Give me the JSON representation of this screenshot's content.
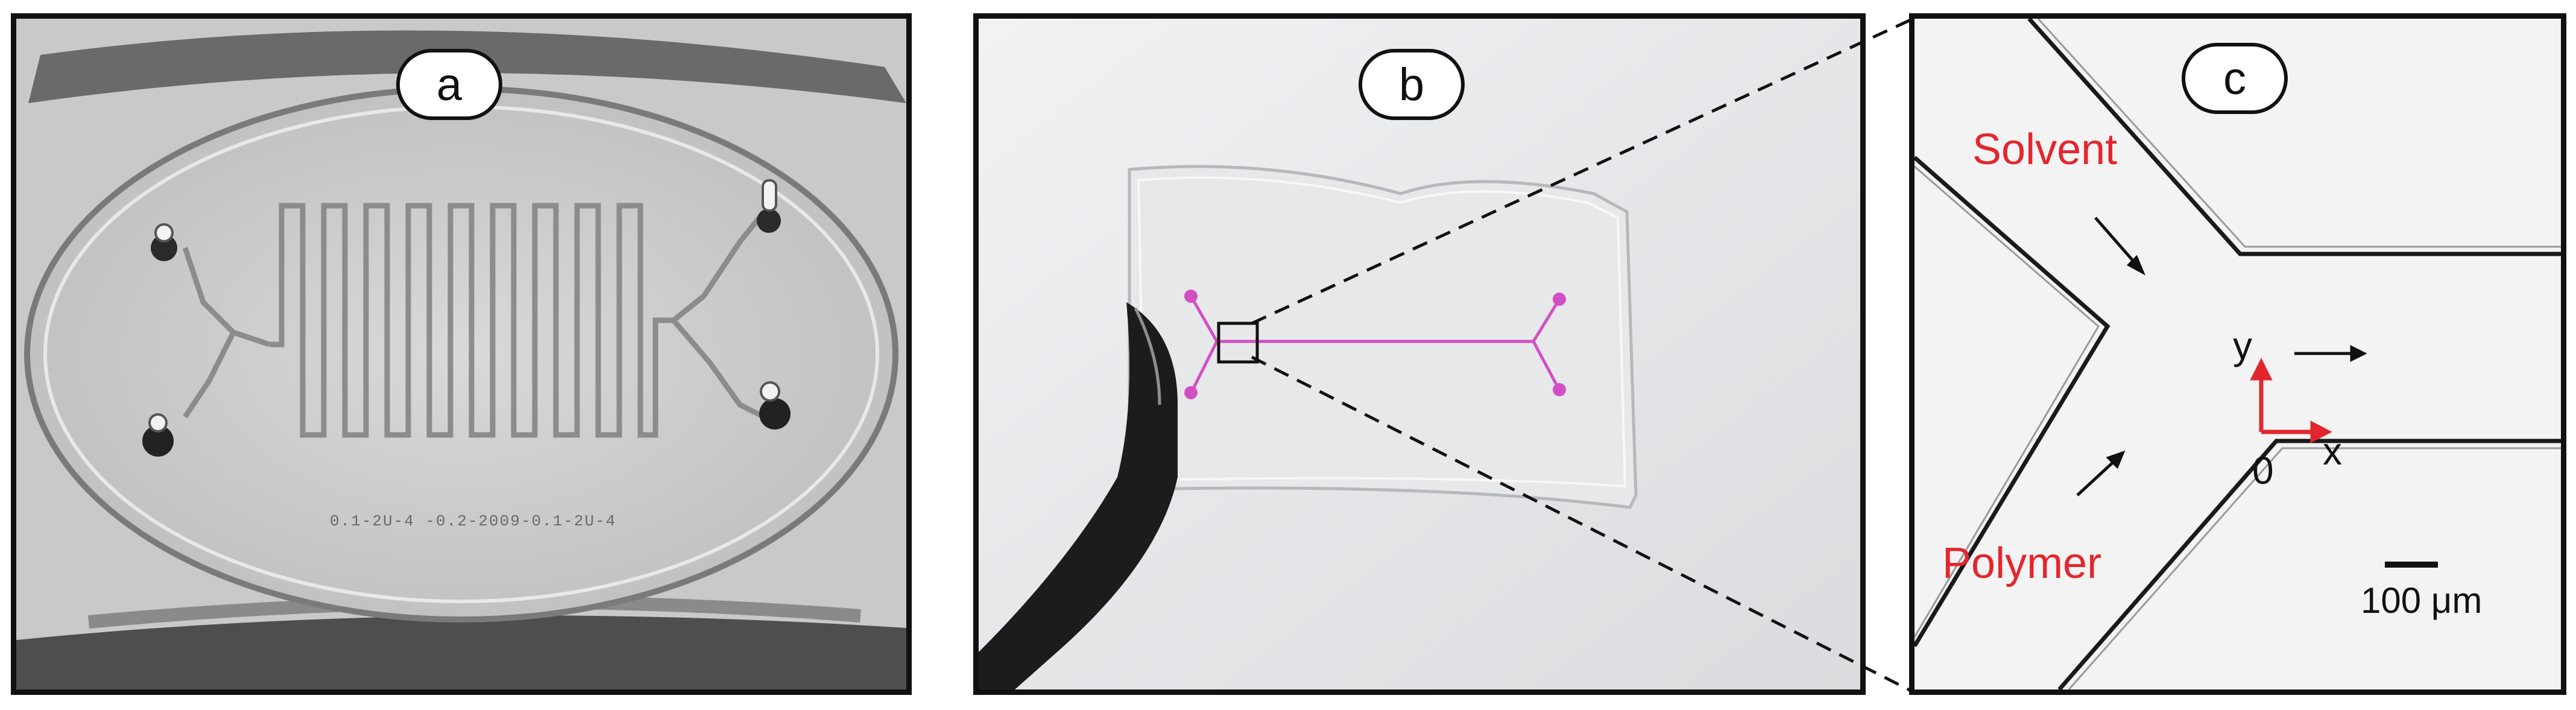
{
  "panels": {
    "a": {
      "label": "a",
      "imprint_text": "0.1-2U-4 -0.2-2009-0.1-2U-4"
    },
    "b": {
      "label": "b",
      "channel_color": "#d24fc3"
    },
    "c": {
      "label": "c",
      "solvent_label": "Solvent",
      "polymer_label": "Polymer",
      "axis_y": "y",
      "axis_x": "x",
      "origin_label": "0",
      "scale_bar_label": "100 μm",
      "annotation_color": "#e3262e"
    }
  }
}
